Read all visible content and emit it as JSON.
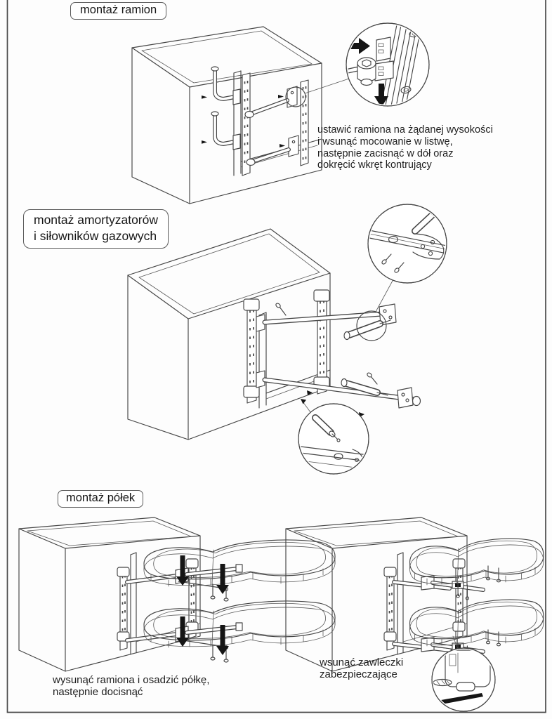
{
  "colors": {
    "line": "#454545",
    "paper": "#fdfdfd"
  },
  "section_arms": {
    "title": "montaż ramion",
    "instruction_lines": [
      "ustawić ramiona na żądanej wysokości",
      "i wsunąć mocowanie w listwę,",
      "następnie zacisnąć w dół oraz",
      "dokręcić wkręt kontrujący"
    ]
  },
  "section_dampers": {
    "title_lines": [
      "montaż amortyzatorów",
      "i siłowników gazowych"
    ]
  },
  "section_shelves": {
    "title": "montaż półek",
    "instruction_left_lines": [
      "wysunąć ramiona i osadzić półkę,",
      "następnie docisnąć"
    ],
    "instruction_right_lines": [
      "wsunąć zawleczki",
      "zabezpieczające"
    ]
  }
}
